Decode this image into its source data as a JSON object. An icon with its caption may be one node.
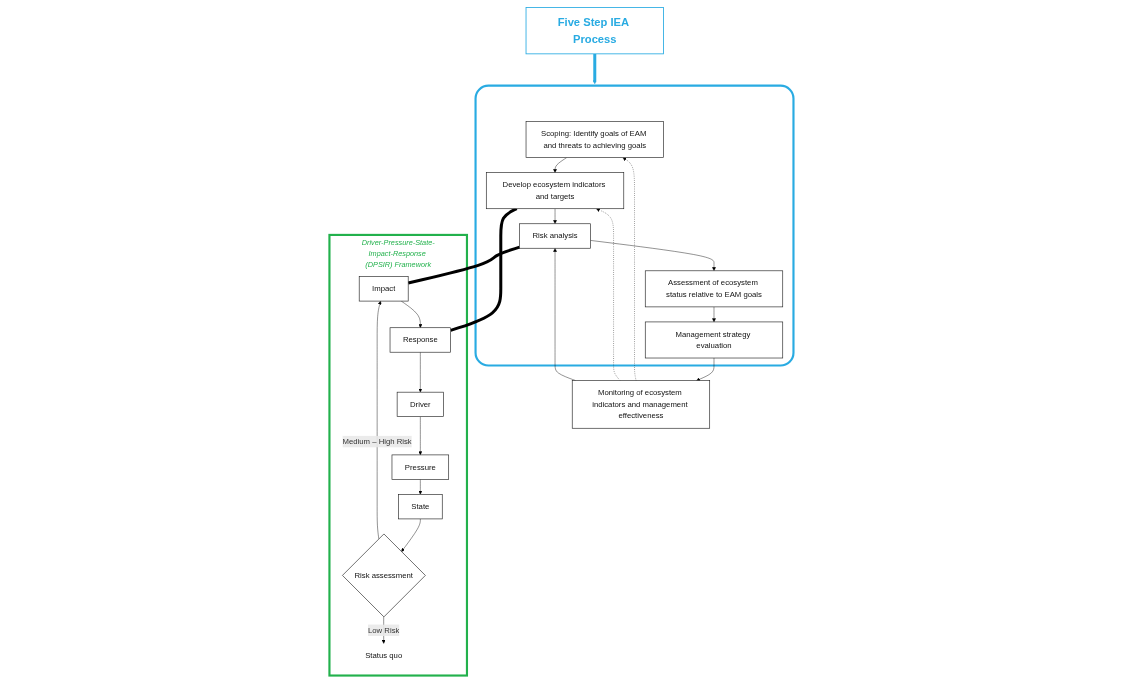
{
  "diagram": {
    "nodes": [
      {
        "text": [],
        "shape": "box"
      },
      {
        "text": [
          "Scoping: Identify goals of EAM and threats to achieving goals"
        ],
        "in": 0
      },
      {
        "text": [
          "Develop ecosystem indicators and targets"
        ],
        "in": 0
      },
      {
        "text": [
          "Risk analysis"
        ],
        "in": 0
      },
      {
        "text": [
          "Assessment of ecosystem status relative to EAM goals"
        ],
        "in": 0
      },
      {
        "text": [
          "Management strategy evaluation"
        ],
        "in": 0
      },
      {
        "text": [
          "Monitoring of ecosystem indicators and management effectiveness"
        ]
      },
      {
        "text": [
          "Five Step IEA Process"
        ]
      },
      {
        "text": [
          "Driver-Pressure-State-Impact-Response (DPSIR) Framework"
        ]
      },
      {
        "text": [
          "Driver"
        ],
        "in": 8
      },
      {
        "text": [
          "Pressure"
        ],
        "in": 8
      },
      {
        "text": [
          "State"
        ],
        "in": 8
      },
      {
        "text": [
          "Risk assessment"
        ],
        "in": 8
      },
      {
        "text": [
          "Impact"
        ],
        "in": 8
      },
      {
        "text": [
          "Response"
        ],
        "in": 8
      },
      {
        "text": [
          "Status quo"
        ],
        "in": 8
      }
    ],
    "edges": [
      {
        "from": 1,
        "to": 2,
        "arrow": "to"
      },
      {
        "from": 2,
        "to": 3,
        "arrow": "to"
      },
      {
        "from": 3,
        "to": 4,
        "arrow": "to"
      },
      {
        "from": 4,
        "to": 5,
        "arrow": "to"
      },
      {
        "from": 5,
        "to": 6,
        "arrow": "to"
      },
      {
        "from": 6,
        "to": 1,
        "arrow": "to",
        "style": "dashed"
      },
      {
        "from": 6,
        "to": 2,
        "arrow": "to",
        "style": "dashed"
      },
      {
        "from": 6,
        "to": 3,
        "arrow": "to"
      },
      {
        "from": 7,
        "to": 0,
        "arrow": "to",
        "style": "thick",
        "color": "#29abe2"
      },
      {
        "from": 9,
        "to": 10,
        "arrow": "to"
      },
      {
        "from": 10,
        "to": 11,
        "arrow": "to"
      },
      {
        "from": 11,
        "to": 12,
        "arrow": "to"
      },
      {
        "from": 12,
        "to": 13,
        "arrow": "to",
        "label": "Medium – High Risk"
      },
      {
        "from": 12,
        "to": 15,
        "arrow": "to",
        "label": "Low Risk"
      },
      {
        "from": 13,
        "to": 14,
        "arrow": "to"
      },
      {
        "from": 14,
        "to": 9,
        "arrow": "to"
      },
      {
        "from": 2,
        "to": 14,
        "arrow": "none",
        "style": "thick"
      },
      {
        "from": 3,
        "to": 13,
        "arrow": "none",
        "style": "thick"
      }
    ]
  }
}
